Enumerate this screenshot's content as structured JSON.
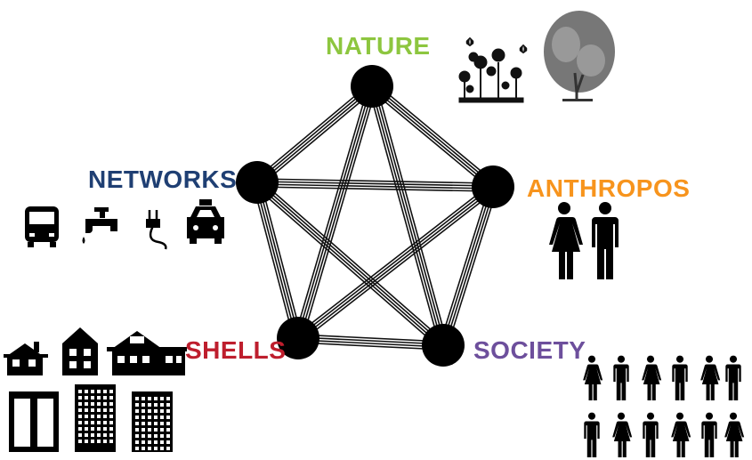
{
  "diagram": {
    "nodes": [
      {
        "id": "nature",
        "label": "NATURE",
        "color": "#8dc63f"
      },
      {
        "id": "anthropos",
        "label": "ANTHROPOS",
        "color": "#f7941d"
      },
      {
        "id": "society",
        "label": "SOCIETY",
        "color": "#6d4f9c"
      },
      {
        "id": "shells",
        "label": "SHELLS",
        "color": "#be1e2d"
      },
      {
        "id": "networks",
        "label": "NETWORKS",
        "color": "#1f3f73"
      }
    ],
    "edges": [
      [
        "nature",
        "anthropos"
      ],
      [
        "nature",
        "society"
      ],
      [
        "nature",
        "shells"
      ],
      [
        "nature",
        "networks"
      ],
      [
        "anthropos",
        "society"
      ],
      [
        "anthropos",
        "shells"
      ],
      [
        "anthropos",
        "networks"
      ],
      [
        "society",
        "shells"
      ],
      [
        "society",
        "networks"
      ],
      [
        "shells",
        "networks"
      ]
    ],
    "icons": {
      "nature": [
        "flowers-with-butterflies-icon",
        "tree-icon"
      ],
      "anthropos": [
        "woman-icon",
        "man-icon"
      ],
      "networks": [
        "bus-icon",
        "water-tap-icon",
        "electric-plug-icon",
        "taxi-icon"
      ],
      "shells": [
        "houses-icon",
        "apartment-buildings-icon"
      ],
      "society": [
        "crowd-of-people-icon"
      ]
    },
    "node_color": "#000000"
  }
}
